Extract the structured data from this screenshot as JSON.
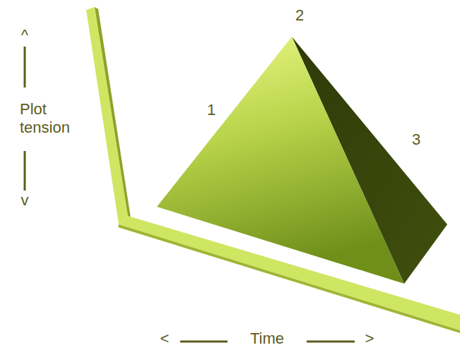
{
  "diagram": {
    "labels": [
      "^",
      "Plot tension",
      "v",
      "2",
      "1",
      "3",
      "<",
      "Time",
      ">"
    ]
  }
}
